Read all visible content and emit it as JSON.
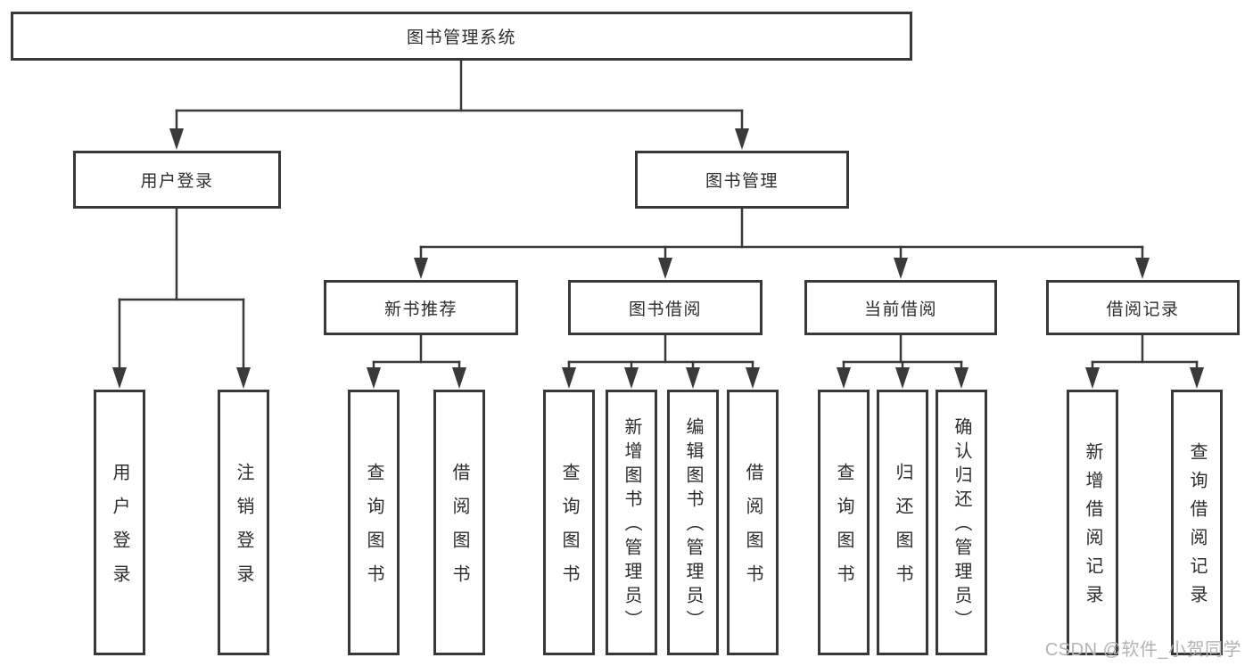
{
  "nodes": {
    "root": "图书管理系统",
    "user_login": "用户登录",
    "book_mgmt": "图书管理",
    "new_book_rec": "新书推荐",
    "book_borrow": "图书借阅",
    "current_borrow": "当前借阅",
    "borrow_record": "借阅记录",
    "leaves": {
      "g1": [
        "用户登录",
        "注销登录"
      ],
      "g2": [
        "查询图书",
        "借阅图书"
      ],
      "g3": [
        "查询图书",
        "新增图书（管理员）",
        "编辑图书（管理员）",
        "借阅图书"
      ],
      "g4": [
        "查询图书",
        "归还图书",
        "确认归还（管理员）"
      ],
      "g5": [
        "新增借阅记录",
        "查询借阅记录"
      ]
    }
  },
  "watermark": {
    "text": "CSDN @软件_小贺同学"
  },
  "colors": {
    "line": "#3a3a3a",
    "border": "#383838",
    "text": "#2d2d2d",
    "watermark_gray": "#b3b3b3",
    "background": "#ffffff"
  }
}
